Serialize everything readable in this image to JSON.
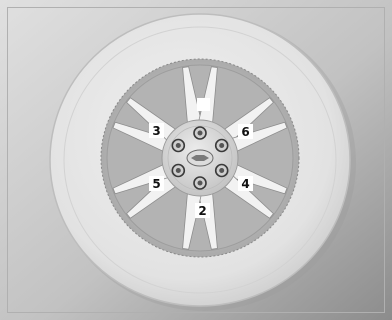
{
  "diagram": {
    "subject": "wheel",
    "lug_nut_count": 6,
    "lug_labels": [
      {
        "id": "lug-1",
        "text": ""
      },
      {
        "id": "lug-2",
        "text": "2"
      },
      {
        "id": "lug-3",
        "text": "3"
      },
      {
        "id": "lug-4",
        "text": "4"
      },
      {
        "id": "lug-5",
        "text": "5"
      },
      {
        "id": "lug-6",
        "text": "6"
      }
    ]
  },
  "colors": {
    "background_light": "#d8d8d8",
    "background_dark": "#8f8f8f",
    "tire": "#e6e6e6",
    "rim": "#c9c9c9",
    "spoke": "#f2f2f2",
    "hub": "#d6d6d6",
    "lug_nut": "#555555",
    "label_box": "#ffffff"
  }
}
